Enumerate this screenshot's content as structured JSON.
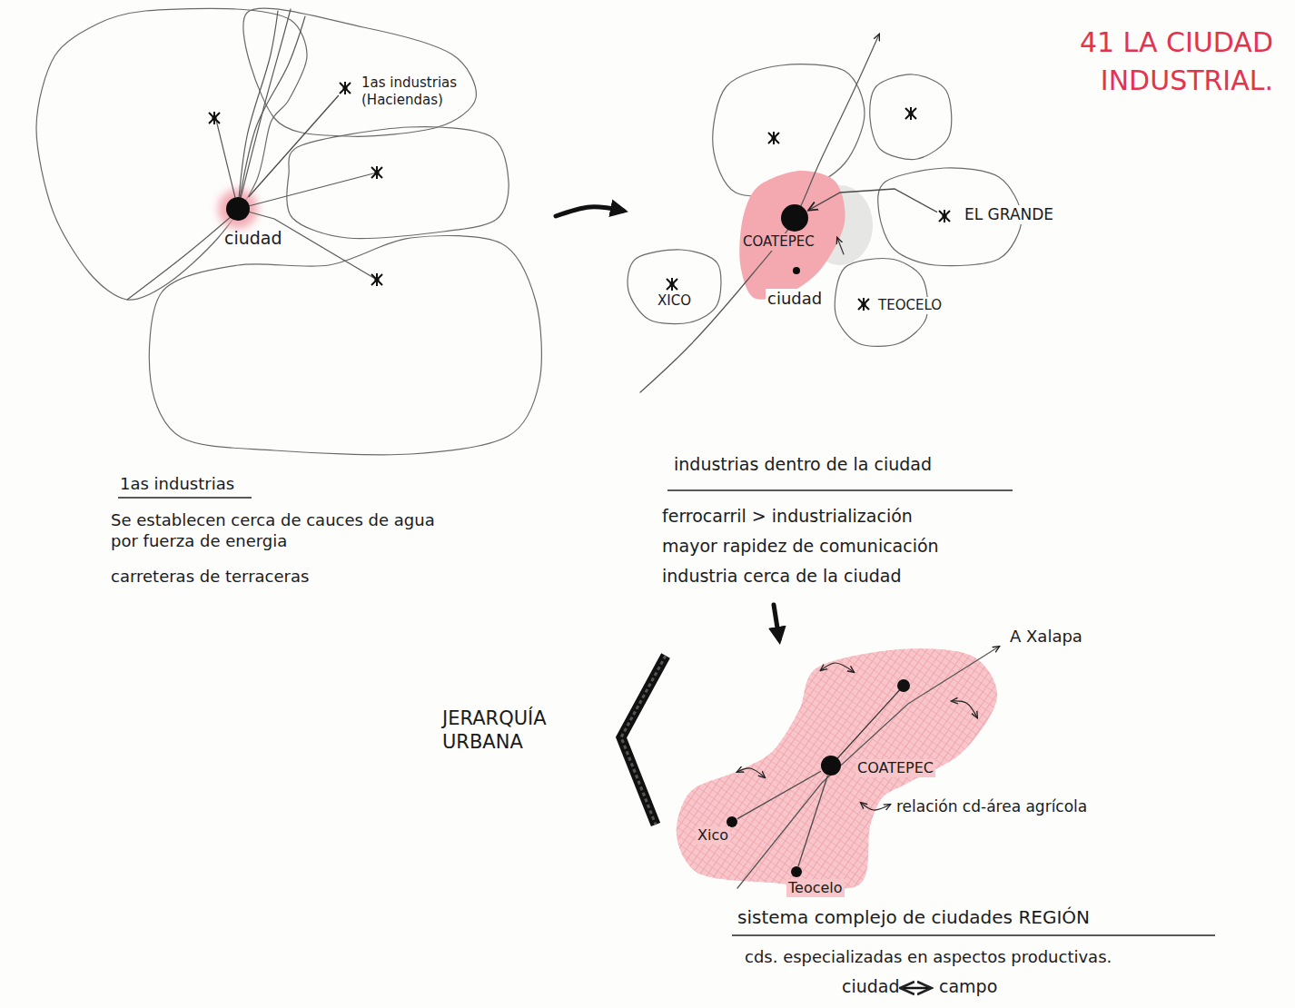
{
  "diagram": {
    "title": "41 LA CIUDAD INDUSTRIAL.",
    "nodes": [
      {
        "text": [
          "ciudad"
        ]
      },
      {
        "text": [
          "1as industrias (Haciendas)"
        ]
      },
      {
        "text": [
          "COATEPEC"
        ]
      },
      {
        "text": [
          "ciudad"
        ]
      },
      {
        "text": [
          "EL GRANDE"
        ]
      },
      {
        "text": [
          "XICO"
        ]
      },
      {
        "text": [
          "TEOCELO"
        ]
      },
      {
        "text": [
          "COATEPEC"
        ]
      },
      {
        "text": [
          "Xico"
        ]
      },
      {
        "text": [
          "Teocelo"
        ]
      }
    ],
    "edges": [
      {
        "from": 0,
        "to": 1,
        "arrow": "none"
      },
      {
        "from": 4,
        "to": 2,
        "arrow": "to"
      },
      {
        "from": 7,
        "to": 8,
        "arrow": "none"
      },
      {
        "from": 7,
        "to": 9,
        "arrow": "none"
      }
    ],
    "labels": [
      "1as industrias",
      "Se establecen cerca de cauces de agua por fuerza de energia",
      "carreteras de terraceras",
      "industrias dentro de la ciudad",
      "ferrocarril > industrialización",
      "mayor rapidez de comunicación",
      "industria cerca de la ciudad",
      "JERARQUÍA URBANA",
      "A Xalapa",
      "relación cd-área agrícola",
      "sistema complejo de ciudades REGIÓN",
      "cds. especializadas en aspectos productivas.",
      "ciudad",
      "campo"
    ]
  }
}
